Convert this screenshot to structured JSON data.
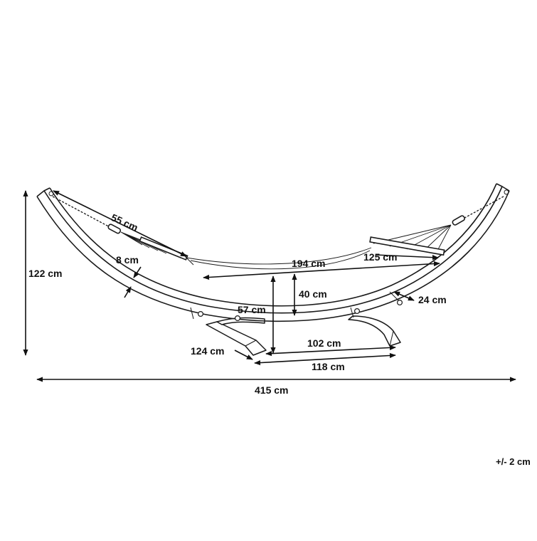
{
  "diagram": {
    "dimensions": {
      "chain_length": "55 cm",
      "beam_thickness": "8 cm",
      "total_height": "122 cm",
      "bed_length": "194 cm",
      "bed_width": "125 cm",
      "hang_height": "40 cm",
      "beam_bottom_height": "57 cm",
      "beam_width": "24 cm",
      "base_depth": "124 cm",
      "base_inner": "102 cm",
      "base_outer": "118 cm",
      "total_length": "415 cm"
    },
    "tolerance": "+/- 2 cm"
  }
}
